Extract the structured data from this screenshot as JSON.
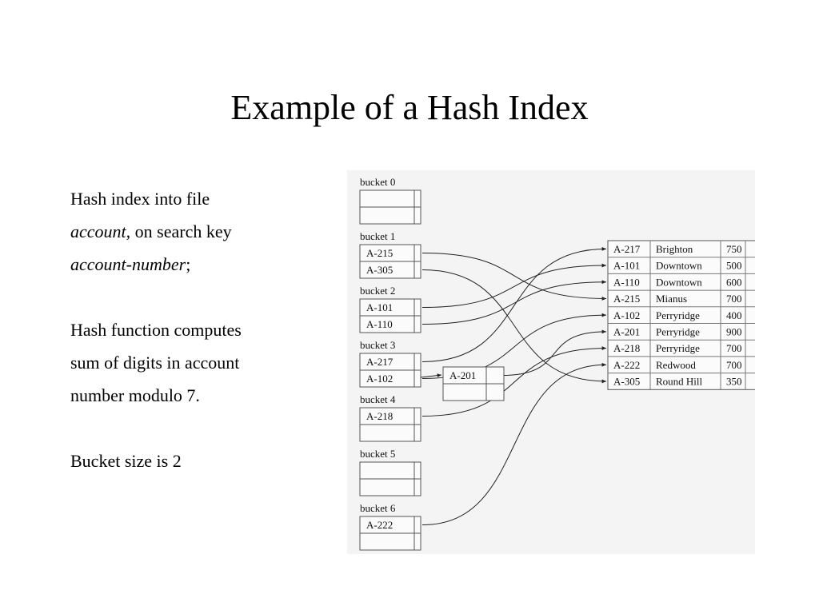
{
  "slide": {
    "title": "Example of a Hash Index"
  },
  "body": {
    "p1_line1": "Hash index into file",
    "p1_file": "account,",
    "p1_line2_rest": " on search key",
    "p1_key": "account-number",
    "p1_end": ";",
    "p2_line1": "Hash function computes",
    "p2_line2": "sum of digits in account",
    "p2_line3": "number modulo 7.",
    "p3": "Bucket size is 2"
  },
  "diagram": {
    "buckets": [
      {
        "label": "bucket 0",
        "entries": [
          "",
          ""
        ]
      },
      {
        "label": "bucket 1",
        "entries": [
          "A-215",
          "A-305"
        ]
      },
      {
        "label": "bucket 2",
        "entries": [
          "A-101",
          "A-110"
        ]
      },
      {
        "label": "bucket 3",
        "entries": [
          "A-217",
          "A-102"
        ],
        "overflow": [
          "A-201",
          ""
        ]
      },
      {
        "label": "bucket 4",
        "entries": [
          "A-218",
          ""
        ]
      },
      {
        "label": "bucket 5",
        "entries": [
          "",
          ""
        ]
      },
      {
        "label": "bucket 6",
        "entries": [
          "A-222",
          ""
        ]
      }
    ],
    "records": [
      [
        "A-217",
        "Brighton",
        "750"
      ],
      [
        "A-101",
        "Downtown",
        "500"
      ],
      [
        "A-110",
        "Downtown",
        "600"
      ],
      [
        "A-215",
        "Mianus",
        "700"
      ],
      [
        "A-102",
        "Perryridge",
        "400"
      ],
      [
        "A-201",
        "Perryridge",
        "900"
      ],
      [
        "A-218",
        "Perryridge",
        "700"
      ],
      [
        "A-222",
        "Redwood",
        "700"
      ],
      [
        "A-305",
        "Round Hill",
        "350"
      ]
    ],
    "links": [
      {
        "from": "A-215",
        "to": "A-215"
      },
      {
        "from": "A-305",
        "to": "A-305"
      },
      {
        "from": "A-101",
        "to": "A-101"
      },
      {
        "from": "A-110",
        "to": "A-110"
      },
      {
        "from": "A-217",
        "to": "A-217"
      },
      {
        "from": "A-102",
        "to": "A-102"
      },
      {
        "from": "A-201",
        "to": "A-201"
      },
      {
        "from": "A-218",
        "to": "A-218"
      },
      {
        "from": "A-222",
        "to": "A-222"
      }
    ]
  }
}
